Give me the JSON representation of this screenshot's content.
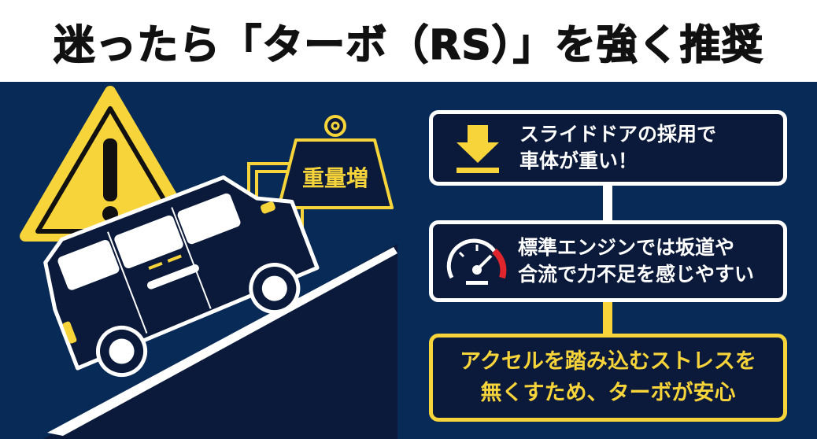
{
  "header": {
    "title": "迷ったら「ターボ（RS）」を強く推奨"
  },
  "illustration": {
    "weight_label": "重量増",
    "warning_icon": "warning-triangle-icon",
    "car_icon": "minivan-uphill-icon",
    "weight_icon": "weight-icon"
  },
  "flow": {
    "steps": [
      {
        "icon": "download-arrow-icon",
        "text": "スライドドアの採用で\n車体が重い！"
      },
      {
        "icon": "speedometer-icon",
        "text": "標準エンジンでは坂道や\n合流で力不足を感じやすい"
      },
      {
        "text": "アクセルを踏み込むストレスを\n無くすため、ターボが安心"
      }
    ]
  },
  "colors": {
    "background": "#082a57",
    "box": "#0b1a3a",
    "accent_yellow": "#f7d53a",
    "alert_red": "#e0262c",
    "white": "#ffffff"
  }
}
